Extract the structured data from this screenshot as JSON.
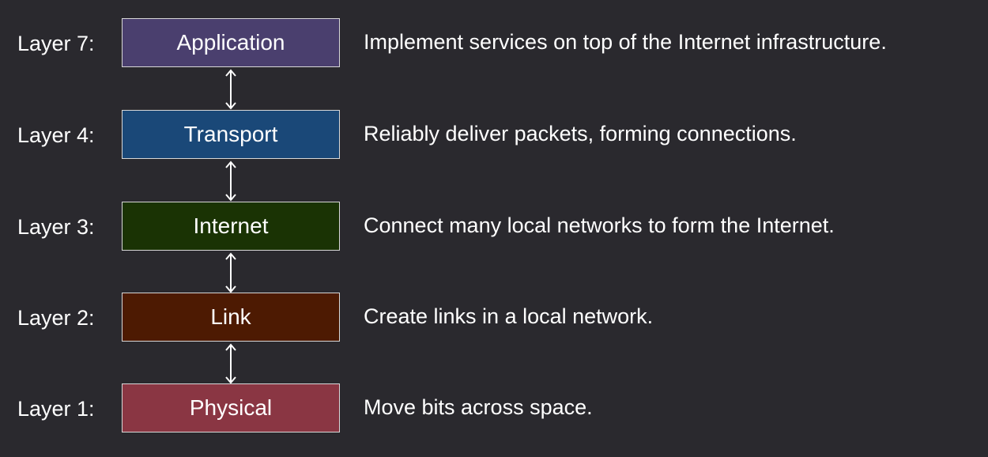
{
  "layers": [
    {
      "label": "Layer 7:",
      "name": "Application",
      "description": "Implement services on top of the Internet infrastructure.",
      "color": "#4a3f6e"
    },
    {
      "label": "Layer 4:",
      "name": "Transport",
      "description": "Reliably deliver packets, forming connections.",
      "color": "#1a4878"
    },
    {
      "label": "Layer 3:",
      "name": "Internet",
      "description": "Connect many local networks to form the Internet.",
      "color": "#1a3304"
    },
    {
      "label": "Layer 2:",
      "name": "Link",
      "description": "Create links in a local network.",
      "color": "#4d1a02"
    },
    {
      "label": "Layer 1:",
      "name": "Physical",
      "description": "Move bits across space.",
      "color": "#8a3643"
    }
  ],
  "connector_color": "#ffffff",
  "connector_icon": "double-headed-arrow-icon"
}
